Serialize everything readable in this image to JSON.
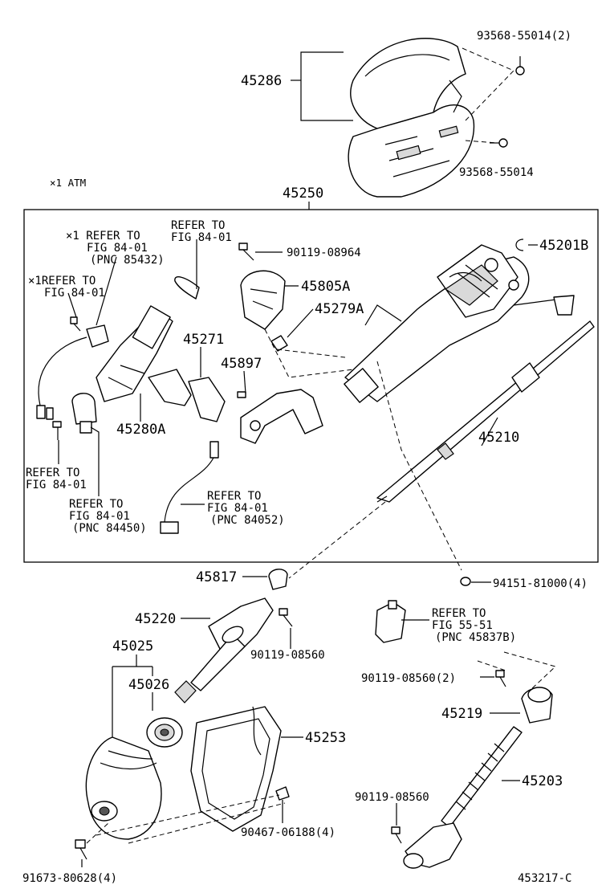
{
  "labels": {
    "atm_note": "×1  ATM",
    "p45286": "45286",
    "p93568_55014_2": "93568-55014(2)",
    "p93568_55014": "93568-55014",
    "p45250": "45250",
    "p45201B": "45201B",
    "p90119_08964": "90119-08964",
    "p45805A": "45805A",
    "p45279A": "45279A",
    "p45271": "45271",
    "p45897": "45897",
    "p45280A": "45280A",
    "p45210": "45210",
    "p45817": "45817",
    "p94151_81000_4": "94151-81000(4)",
    "p45220": "45220",
    "p90119_08560_a": "90119-08560",
    "p45025": "45025",
    "p45026": "45026",
    "p90119_08560_2": "90119-08560(2)",
    "p45219": "45219",
    "p45253": "45253",
    "p45203": "45203",
    "p90119_08560_b": "90119-08560",
    "p90467_06188_4": "90467-06188(4)",
    "p91673_80628_4": "91673-80628(4)",
    "diagram_code": "453217-C"
  },
  "refs": {
    "ref_85432": {
      "l1": "×1 REFER TO",
      "l2": "FIG 84-01",
      "l3": "(PNC 85432)"
    },
    "ref_top": {
      "l1": "REFER TO",
      "l2": "FIG 84-01"
    },
    "ref_x1": {
      "l1": "×1REFER TO",
      "l2": "FIG 84-01"
    },
    "ref_left": {
      "l1": "REFER TO",
      "l2": "FIG 84-01"
    },
    "ref_84450": {
      "l1": "REFER TO",
      "l2": "FIG 84-01",
      "l3": "(PNC 84450)"
    },
    "ref_84052": {
      "l1": "REFER TO",
      "l2": "FIG 84-01",
      "l3": "(PNC 84052)"
    },
    "ref_45837B": {
      "l1": "REFER TO",
      "l2": "FIG 55-51",
      "l3": "(PNC 45837B)"
    }
  }
}
